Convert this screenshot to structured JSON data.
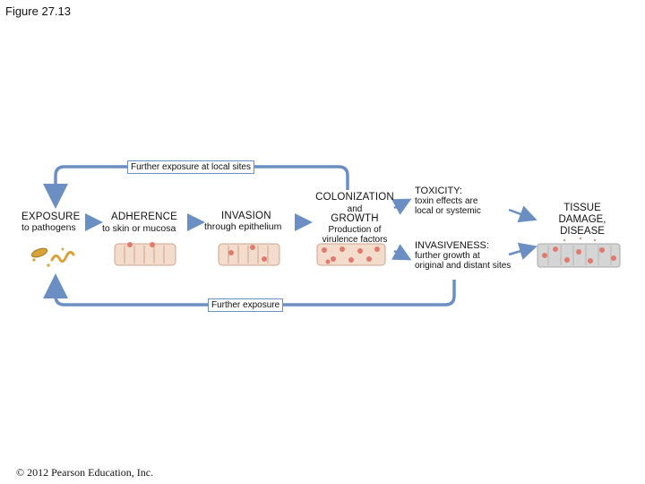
{
  "figure_title": "Figure 27.13",
  "loops": {
    "top_label": "Further exposure at local sites",
    "bottom_label": "Further exposure"
  },
  "stages": {
    "exposure": {
      "title": "EXPOSURE",
      "subtitle": "to pathogens"
    },
    "adherence": {
      "title": "ADHERENCE",
      "subtitle": "to skin or mucosa"
    },
    "invasion": {
      "title": "INVASION",
      "subtitle": "through epithelium"
    },
    "colonization": {
      "title": "COLONIZATION",
      "and": "and",
      "growth": "GROWTH",
      "production_line1": "Production of",
      "production_line2": "virulence factors"
    },
    "toxicity": {
      "title": "TOXICITY:",
      "line1": "toxin effects are",
      "line2": "local or systemic"
    },
    "invasiveness": {
      "title": "INVASIVENESS:",
      "line1": "further growth at",
      "line2": "original and distant sites"
    },
    "outcome": {
      "line1": "TISSUE",
      "line2": "DAMAGE,",
      "line3": "DISEASE"
    }
  },
  "colors": {
    "arrow": "#6b8fc2",
    "tissue": "#f3dccb",
    "tissue_edge": "#c9a58c",
    "bacterium": "#e07a6e",
    "pathogen": "#d8a23a",
    "damaged_tissue": "#d5d5d5"
  },
  "copyright": "© 2012 Pearson Education, Inc."
}
